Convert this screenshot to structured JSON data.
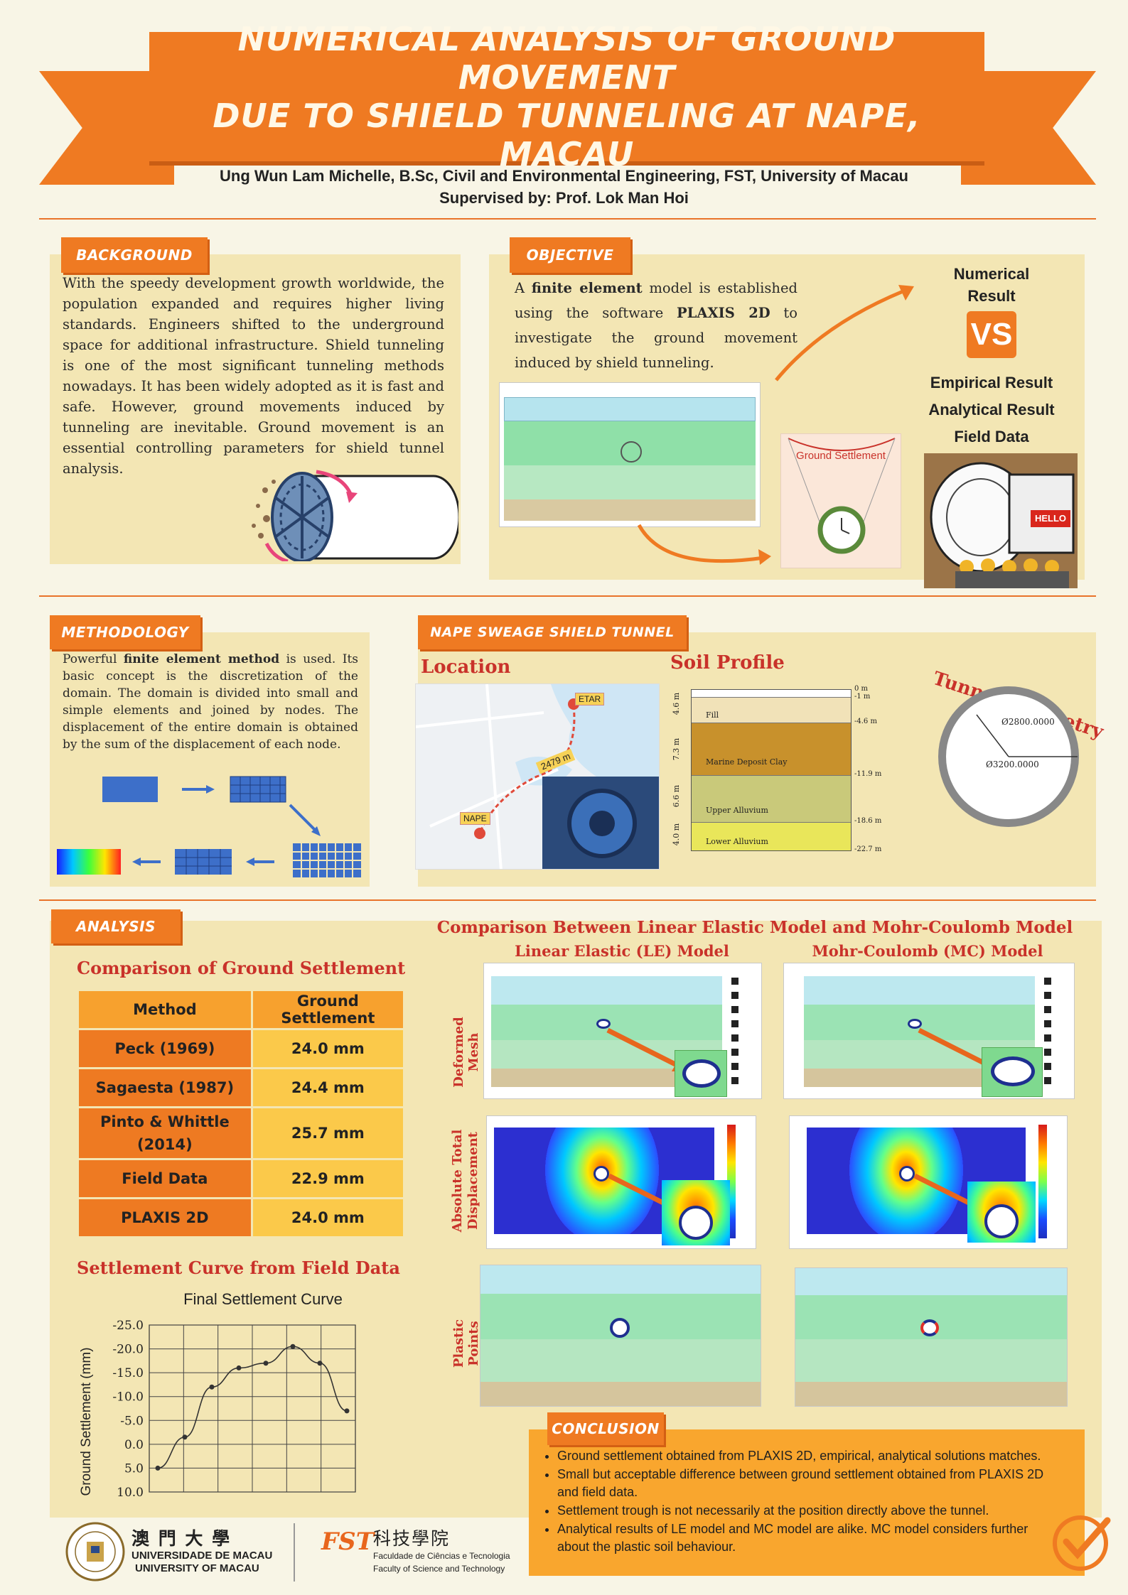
{
  "header": {
    "title_line1": "NUMERICAL ANALYSIS OF GROUND MOVEMENT",
    "title_line2": "DUE TO SHIELD TUNNELING AT NAPE, MACAU",
    "author": "Ung Wun Lam Michelle, B.Sc, Civil and Environmental Engineering, FST, University of Macau",
    "supervisor": "Supervised by: Prof. Lok Man Hoi"
  },
  "background": {
    "tag": "BACKGROUND",
    "text": "With the speedy development growth worldwide, the population expanded and requires higher living standards. Engineers shifted to the underground space for additional infrastructure. Shield tunneling is one of the most significant tunneling methods nowadays. It has been widely adopted as it is fast and safe. However, ground movements induced by tunneling are inevitable. Ground movement is an essential controlling parameters for shield tunnel analysis."
  },
  "objective": {
    "tag": "OBJECTIVE",
    "text_a": "A ",
    "text_bold1": "finite element",
    "text_b": " model is established using the software ",
    "text_bold2": "PLAXIS 2D",
    "text_c": " to investigate the ground movement induced by shield tunneling.",
    "numerical": "Numerical",
    "result": "Result",
    "vs": "VS",
    "empirical": "Empirical Result",
    "analytical": "Analytical Result",
    "field": "Field Data",
    "ground_settlement": "Ground Settlement",
    "hello": "HELLO"
  },
  "methodology": {
    "tag": "METHODOLOGY",
    "text_a": "Powerful ",
    "text_bold": "finite element method",
    "text_b": " is used. Its basic concept is the discretization of the domain. The domain is divided into small and simple elements and joined by nodes. The displacement of the entire domain is obtained by the sum of the displacement of each node."
  },
  "nape": {
    "tag": "NAPE SWEAGE SHIELD TUNNEL",
    "location": "Location",
    "soil_profile": "Soil Profile",
    "tunnel_geometry": "Tunnel Geometry",
    "etar": "ETAR",
    "nape_label": "NAPE",
    "distance": "2479 m",
    "d_inner": "Ø2800.0000",
    "d_outer": "Ø3200.0000",
    "layers": [
      {
        "name": "Fill",
        "thickness": "4.6 m",
        "color": "#f1e2b8"
      },
      {
        "name": "Marine Deposit Clay",
        "thickness": "7.3 m",
        "color": "#c8912c"
      },
      {
        "name": "Upper Alluvium",
        "thickness": "6.6 m",
        "color": "#c9c97a"
      },
      {
        "name": "Lower Alluvium",
        "thickness": "4.0 m",
        "color": "#e9e65a"
      }
    ],
    "depths": [
      "0 m",
      "-1 m",
      "-4.6 m",
      "-11.9 m",
      "-18.6 m",
      "-22.7 m"
    ]
  },
  "analysis": {
    "tag": "ANALYSIS",
    "comparison_title": "Comparison of Ground Settlement",
    "table_headers": [
      "Method",
      "Ground Settlement"
    ],
    "table_rows": [
      [
        "Peck (1969)",
        "24.0 mm"
      ],
      [
        "Sagaesta (1987)",
        "24.4 mm"
      ],
      [
        "Pinto & Whittle (2014)",
        "25.7 mm"
      ],
      [
        "Field Data",
        "22.9 mm"
      ],
      [
        "PLAXIS 2D",
        "24.0 mm"
      ]
    ],
    "curve_title": "Settlement Curve from Field Data",
    "model_title": "Comparison Between Linear Elastic Model and Mohr-Coulomb Model",
    "le_title": "Linear Elastic (LE) Model",
    "mc_title": "Mohr-Coulomb (MC) Model",
    "row_deformed": "Deformed Mesh",
    "row_abs1": "Absolute Total",
    "row_abs2": "Displacement",
    "row_plastic": "Plastic Points"
  },
  "chart_data": {
    "type": "line",
    "title": "Final Settlement Curve",
    "ylabel": "Ground Settlement (mm)",
    "xlabel": "",
    "yticks": [
      "-25.0",
      "-20.0",
      "-15.0",
      "-10.0",
      "-5.0",
      "0.0",
      "5.0",
      "10.0"
    ],
    "ylim": [
      -25,
      10
    ],
    "x": [
      1,
      2,
      3,
      4,
      5,
      6,
      7,
      8
    ],
    "values": [
      5.0,
      -1.5,
      -12.0,
      -16.0,
      -17.0,
      -20.5,
      -17.0,
      -7.0
    ],
    "grid": true
  },
  "conclusion": {
    "tag": "CONCLUSION",
    "items": [
      "Ground settlement obtained from PLAXIS 2D, empirical, analytical solutions matches.",
      "Small but acceptable difference between ground settlement obtained from PLAXIS 2D and field data.",
      "Settlement trough is not necessarily at the position directly above the tunnel.",
      "Analytical results of LE model and MC model are alike. MC model considers further about the plastic soil behaviour."
    ]
  },
  "footer": {
    "um_chinese": "澳 門 大 學",
    "um_pt": "UNIVERSIDADE DE MACAU",
    "um_en": "UNIVERSITY OF MACAU",
    "fst_chinese": "科技學院",
    "fst_pt": "Faculdade de Ciências e Tecnologia",
    "fst_en": "Faculty of Science and Technology",
    "fst_logo": "FST"
  }
}
